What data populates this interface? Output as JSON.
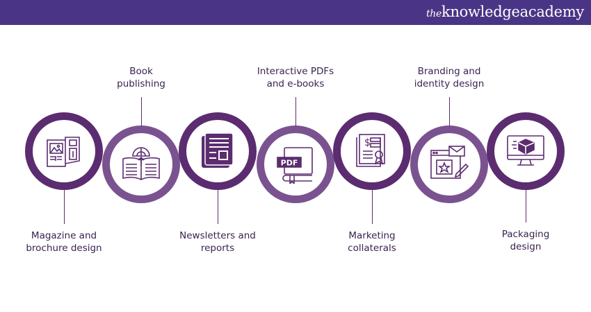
{
  "header": {
    "logo_prefix": "the",
    "logo_main": "knowledgeacademy"
  },
  "steps": [
    {
      "label_line1": "Magazine and",
      "label_line2": "brochure design",
      "icon": "magazine-icon",
      "position": "bottom"
    },
    {
      "label_line1": "Book",
      "label_line2": "publishing",
      "icon": "book-globe-icon",
      "position": "top"
    },
    {
      "label_line1": "Newsletters and",
      "label_line2": "reports",
      "icon": "newsletter-icon",
      "position": "bottom"
    },
    {
      "label_line1": "Interactive PDFs",
      "label_line2": "and e-books",
      "icon": "pdf-book-icon",
      "icon_text": "PDF",
      "position": "top"
    },
    {
      "label_line1": "Marketing",
      "label_line2": "collaterals",
      "icon": "marketing-document-icon",
      "position": "bottom"
    },
    {
      "label_line1": "Branding and",
      "label_line2": "identity design",
      "icon": "branding-icon",
      "position": "top"
    },
    {
      "label_line1": "Packaging",
      "label_line2": "design",
      "icon": "monitor-box-icon",
      "position": "bottom"
    }
  ],
  "colors": {
    "header": "#4a3486",
    "dark_ring": "#5b2c6f",
    "light_ring": "#7b5290"
  }
}
